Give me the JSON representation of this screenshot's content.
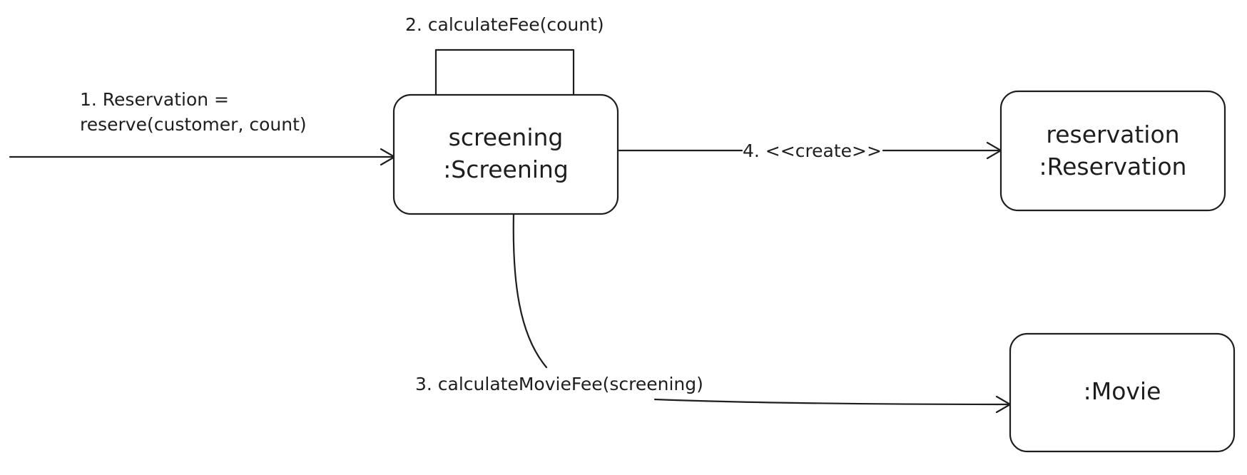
{
  "nodes": {
    "screening": {
      "line1": "screening",
      "line2": ":Screening"
    },
    "reservation": {
      "line1": "reservation",
      "line2": ":Reservation"
    },
    "movie": {
      "line1": ":Movie"
    }
  },
  "messages": {
    "m1": {
      "line1": "1. Reservation =",
      "line2": "reserve(customer, count)"
    },
    "m2": {
      "text": "2. calculateFee(count)"
    },
    "m3": {
      "text": "3. calculateMovieFee(screening)"
    },
    "m4": {
      "text": "4. <<create>>"
    }
  },
  "colors": {
    "stroke": "#1e1e1e",
    "background": "#ffffff"
  }
}
